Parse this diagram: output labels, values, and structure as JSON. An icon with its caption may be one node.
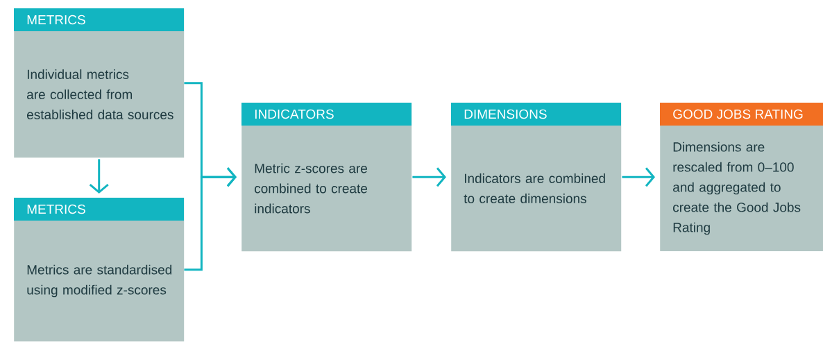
{
  "diagram": {
    "nodes": [
      {
        "text": [
          "METRICS",
          "Individual metrics are collected from established data sources"
        ]
      },
      {
        "text": [
          "METRICS",
          "Metrics are standardised using modified z-scores"
        ]
      },
      {
        "text": [
          "INDICATORS",
          "Metric z-scores are combined to create indicators"
        ]
      },
      {
        "text": [
          "DIMENSIONS",
          "Indicators are combined to create dimensions"
        ]
      },
      {
        "text": [
          "GOOD JOBS RATING",
          "Dimensions are rescaled from 0–100 and aggregated to create the Good Jobs Rating"
        ]
      }
    ],
    "edges": [
      {
        "from": 0,
        "to": 1,
        "arrow": "to"
      },
      {
        "from": 0,
        "to": 2,
        "arrow": "to"
      },
      {
        "from": 1,
        "to": 2,
        "arrow": "to"
      },
      {
        "from": 2,
        "to": 3,
        "arrow": "to"
      },
      {
        "from": 3,
        "to": 4,
        "arrow": "to"
      }
    ]
  }
}
